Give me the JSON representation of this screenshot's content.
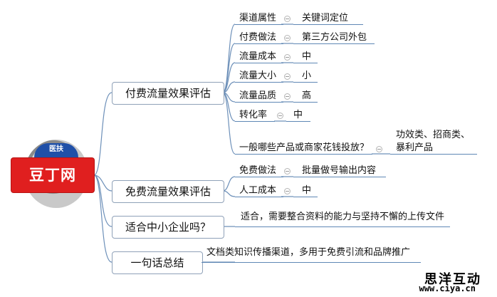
{
  "root": {
    "label": "豆丁网",
    "badge_text": "医扶"
  },
  "branches": [
    {
      "label": "付费流量效果评估",
      "items": [
        {
          "label": "渠道属性",
          "value": "关键词定位"
        },
        {
          "label": "付费做法",
          "value": "第三方公司外包"
        },
        {
          "label": "流量成本",
          "value": "中"
        },
        {
          "label": "流量大小",
          "value": "小"
        },
        {
          "label": "流量品质",
          "value": "高"
        },
        {
          "label": "转化率",
          "value": "中"
        },
        {
          "label": "一般哪些产品或商家花钱投放？",
          "value_lines": [
            "功效类、招商类、",
            "暴利产品"
          ]
        }
      ]
    },
    {
      "label": "免费流量效果评估",
      "items": [
        {
          "label": "免费做法",
          "value": "批量做号输出内容"
        },
        {
          "label": "人工成本",
          "value": "中"
        }
      ]
    },
    {
      "label": "适合中小企业吗？",
      "note": "适合，需要整合资料的能力与坚持不懈的上传文件"
    },
    {
      "label": "一句话总结",
      "note": "文档类知识传播渠道，多用于免费引流和品牌推广"
    }
  ],
  "watermark": {
    "name": "思洋互动",
    "url": "www.ciya.cn"
  },
  "colors": {
    "root_fill": "#e01f1f",
    "link": "#5f88b5",
    "branch_border": "#8fa1b8"
  }
}
